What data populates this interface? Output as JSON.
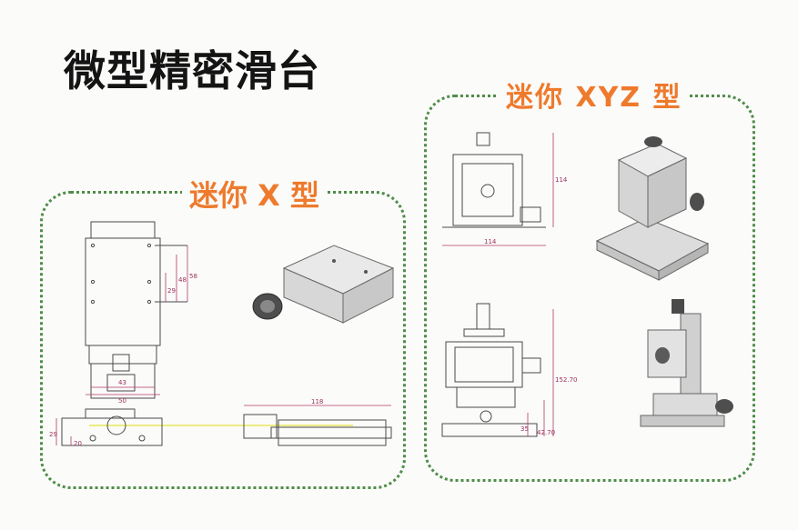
{
  "page": {
    "title": "微型精密滑台"
  },
  "sections": {
    "mini_x": {
      "label": "迷你 X 型"
    },
    "mini_xyz": {
      "label": "迷你 XYZ 型"
    }
  },
  "dimensions": {
    "x_top_width": "50",
    "x_top_inner": "43",
    "x_height_outer": "58",
    "x_height_mid": "48",
    "x_height_inner": "29",
    "x_front_height": "29",
    "x_front_small": "20",
    "x_side_length": "118",
    "xyz1_height": "114",
    "xyz1_width": "114",
    "xyz2_height_total": "152.70",
    "xyz2_height_low": "42.70",
    "xyz2_small": "35"
  },
  "colors": {
    "border": "#4f8c4a",
    "accent": "#ee7a2c",
    "title": "#141414"
  }
}
